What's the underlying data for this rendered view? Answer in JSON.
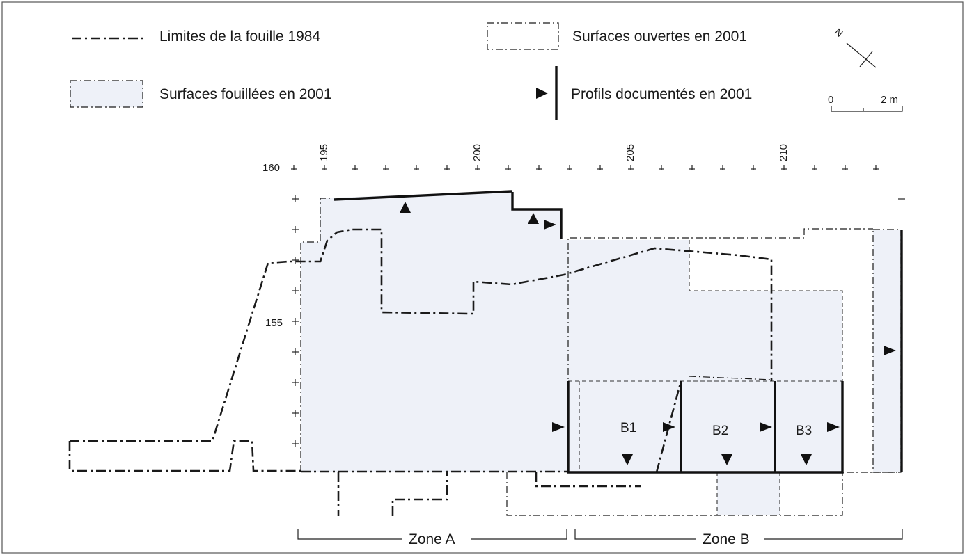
{
  "legend": {
    "limits_1984": "Limites de la fouille 1984",
    "open_2001": "Surfaces ouvertes en 2001",
    "excavated_2001": "Surfaces fouillées en 2001",
    "profiles_2001": "Profils documentés en 2001"
  },
  "north_label": "N",
  "scale": {
    "zero": "0",
    "end": "2 m"
  },
  "grid": {
    "x_labels": [
      "195",
      "200",
      "205",
      "210"
    ],
    "y_labels": [
      "160",
      "155"
    ]
  },
  "sectors": {
    "b1": "B1",
    "b2": "B2",
    "b3": "B3"
  },
  "zones": {
    "a": "Zone A",
    "b": "Zone B"
  },
  "colors": {
    "excavated_fill": "#eef1f8",
    "ink": "#1a1a1a",
    "frame": "#555555"
  }
}
